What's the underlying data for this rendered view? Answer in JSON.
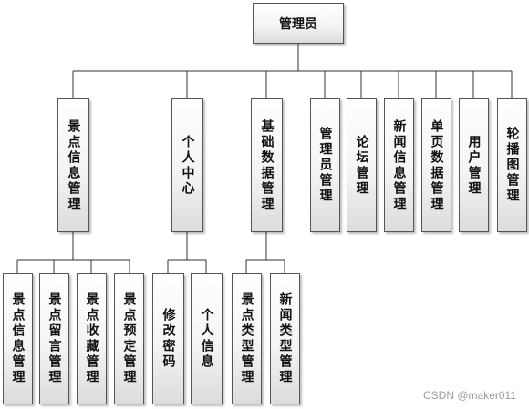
{
  "root": "管理员",
  "level1": [
    "景点信息管理",
    "个人中心",
    "基础数据管理",
    "管理员管理",
    "论坛管理",
    "新闻信息管理",
    "单页数据管理",
    "用户管理",
    "轮播图管理"
  ],
  "level2": {
    "scenic": [
      "景点信息管理",
      "景点留言管理",
      "景点收藏管理",
      "景点预定管理"
    ],
    "personal": [
      "修改密码",
      "个人信息"
    ],
    "basic": [
      "景点类型管理",
      "新闻类型管理"
    ]
  },
  "watermark": "CSDN @maker011"
}
